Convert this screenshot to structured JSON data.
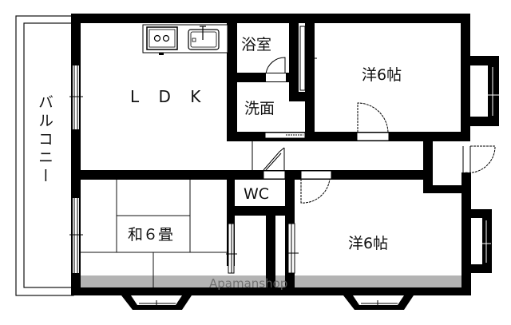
{
  "floor_plan": {
    "type": "apartment-3LDK-plan",
    "rooms": [
      {
        "id": "ldk",
        "label": "L D K"
      },
      {
        "id": "bath",
        "label": "浴室"
      },
      {
        "id": "washroom",
        "label": "洗面"
      },
      {
        "id": "western1",
        "label": "洋6帖"
      },
      {
        "id": "japanese",
        "label": "和６畳"
      },
      {
        "id": "wc",
        "label": "WC"
      },
      {
        "id": "western2",
        "label": "洋6帖"
      },
      {
        "id": "balcony",
        "label": "バルコニー"
      }
    ],
    "fixtures": [
      {
        "id": "stove",
        "icon": "gas-stove-icon"
      },
      {
        "id": "sink",
        "icon": "kitchen-sink-icon"
      }
    ],
    "watermark": "Apamanshop",
    "colors": {
      "wall": "#000000",
      "background": "#ffffff",
      "watermark_band": "#8c8c8c",
      "line": "#222222"
    }
  }
}
